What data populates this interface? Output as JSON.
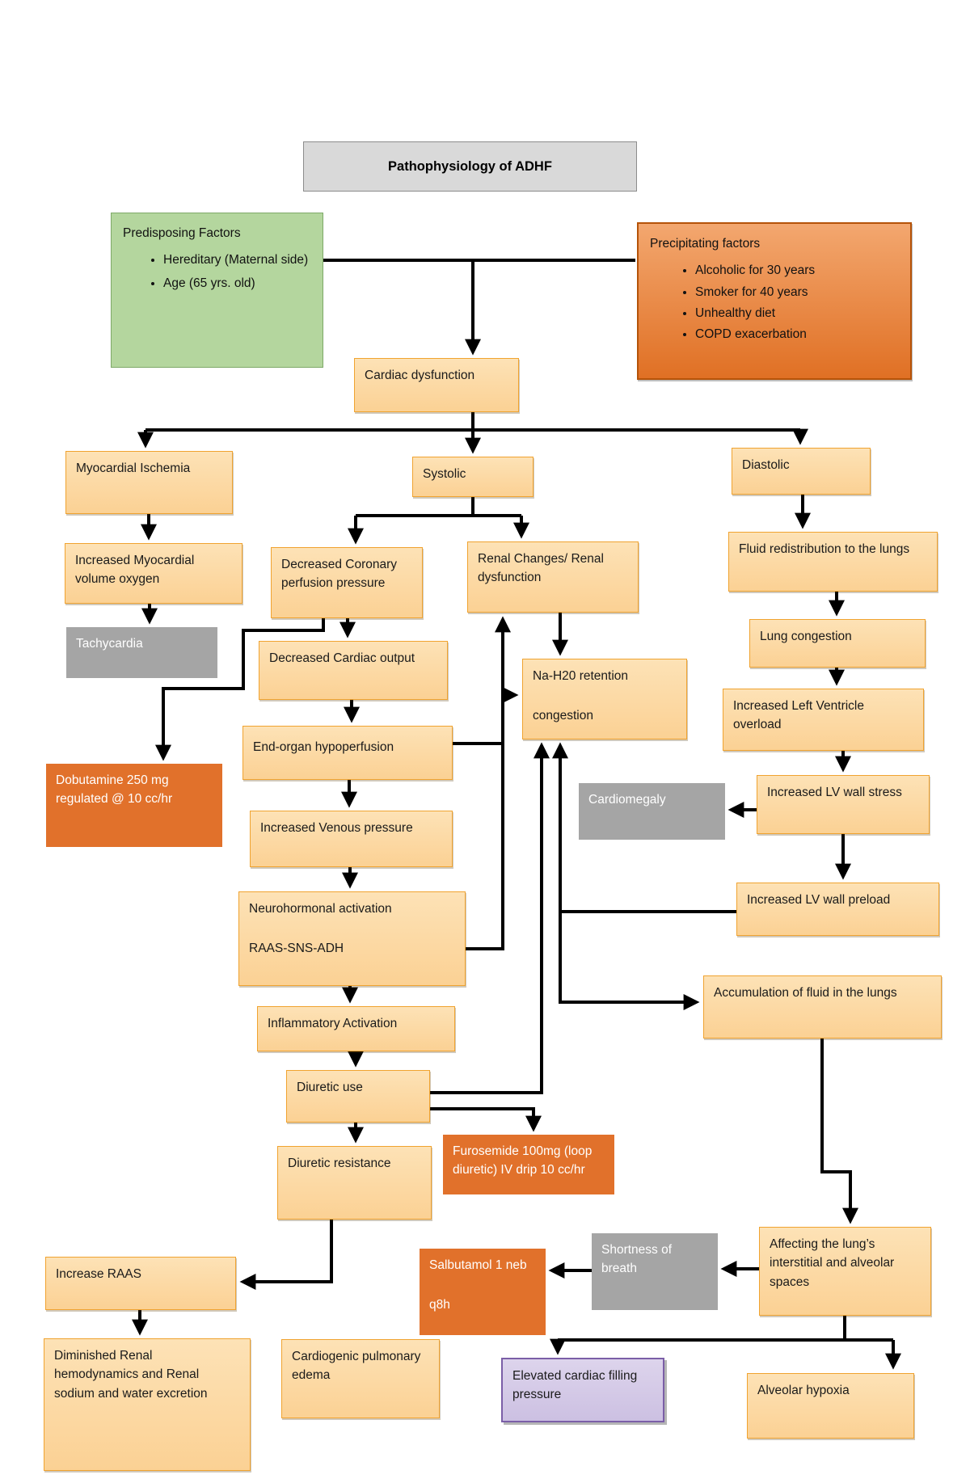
{
  "diagram_title": "Pathophysiology of ADHF",
  "palette": {
    "light_box_fill": "#FBD79E",
    "light_box_border": "#F0A330",
    "dark_orange_box": "#E1712B",
    "gray_box": "#A5A5A5",
    "title_box_fill": "#D9D9D9",
    "green_box_fill": "#B4D69E",
    "green_box_border": "#7EA968",
    "purple_box_fill": "#D6CCE8",
    "purple_box_border": "#7B5EA7",
    "arrow_color": "#000000"
  },
  "predisposing": {
    "heading": "Predisposing Factors",
    "bullets": [
      "Hereditary (Maternal side)",
      "Age (65 yrs. old)"
    ]
  },
  "precipitating": {
    "heading": "Precipitating factors",
    "bullets": [
      "Alcoholic for 30 years",
      "Smoker for 40 years",
      "Unhealthy diet",
      "COPD exacerbation"
    ]
  },
  "nodes": {
    "cardiac_dysfunction": {
      "label": "Cardiac dysfunction"
    },
    "myocardial_ischemia": {
      "label": "Myocardial Ischemia"
    },
    "systolic": {
      "label": "Systolic"
    },
    "diastolic": {
      "label": "Diastolic"
    },
    "increased_myocardial": {
      "label": "Increased Myocardial volume oxygen"
    },
    "decreased_coronary": {
      "label": "Decreased Coronary perfusion pressure"
    },
    "renal_changes": {
      "label": "Renal Changes/ Renal dysfunction"
    },
    "fluid_redistribution": {
      "label": "Fluid redistribution to the lungs"
    },
    "tachycardia": {
      "label": "Tachycardia"
    },
    "decreased_cardiac_output": {
      "label": "Decreased Cardiac output"
    },
    "na_h2o": {
      "line1": "Na-H20 retention",
      "line2": "congestion"
    },
    "lung_congestion": {
      "label": "Lung congestion"
    },
    "end_organ": {
      "label": "End-organ hypoperfusion"
    },
    "increased_lv_overload": {
      "label": "Increased Left Ventricle overload"
    },
    "dobutamine": {
      "label": "Dobutamine 250 mg regulated @ 10 cc/hr"
    },
    "increased_lv_stress": {
      "label": "Increased LV wall stress"
    },
    "cardiomegaly": {
      "label": "Cardiomegaly"
    },
    "increased_venous": {
      "label": "Increased Venous pressure"
    },
    "neurohormonal": {
      "line1": "Neurohormonal activation",
      "line2": "RAAS-SNS-ADH"
    },
    "increased_lv_preload": {
      "label": "Increased LV wall preload"
    },
    "accumulation": {
      "label": "Accumulation of fluid in the lungs"
    },
    "inflammatory": {
      "label": "Inflammatory Activation"
    },
    "diuretic_use": {
      "label": "Diuretic use"
    },
    "diuretic_resistance": {
      "label": "Diuretic resistance"
    },
    "furosemide": {
      "label": "Furosemide 100mg (loop diuretic) IV drip 10 cc/hr"
    },
    "affecting_lungs": {
      "label": "Affecting the lung’s interstitial and alveolar spaces"
    },
    "shortness_of_breath": {
      "label": "Shortness of breath"
    },
    "salbutamol": {
      "line1": "Salbutamol 1 neb",
      "line2": "q8h"
    },
    "increase_raas": {
      "label": "Increase RAAS"
    },
    "diminished_renal": {
      "label": "Diminished Renal hemodynamics and Renal sodium and water excretion"
    },
    "cardiogenic_edema": {
      "label": "Cardiogenic pulmonary edema"
    },
    "elevated_pressure": {
      "label": "Elevated cardiac filling pressure"
    },
    "alveolar_hypoxia": {
      "label": "Alveolar hypoxia"
    }
  }
}
